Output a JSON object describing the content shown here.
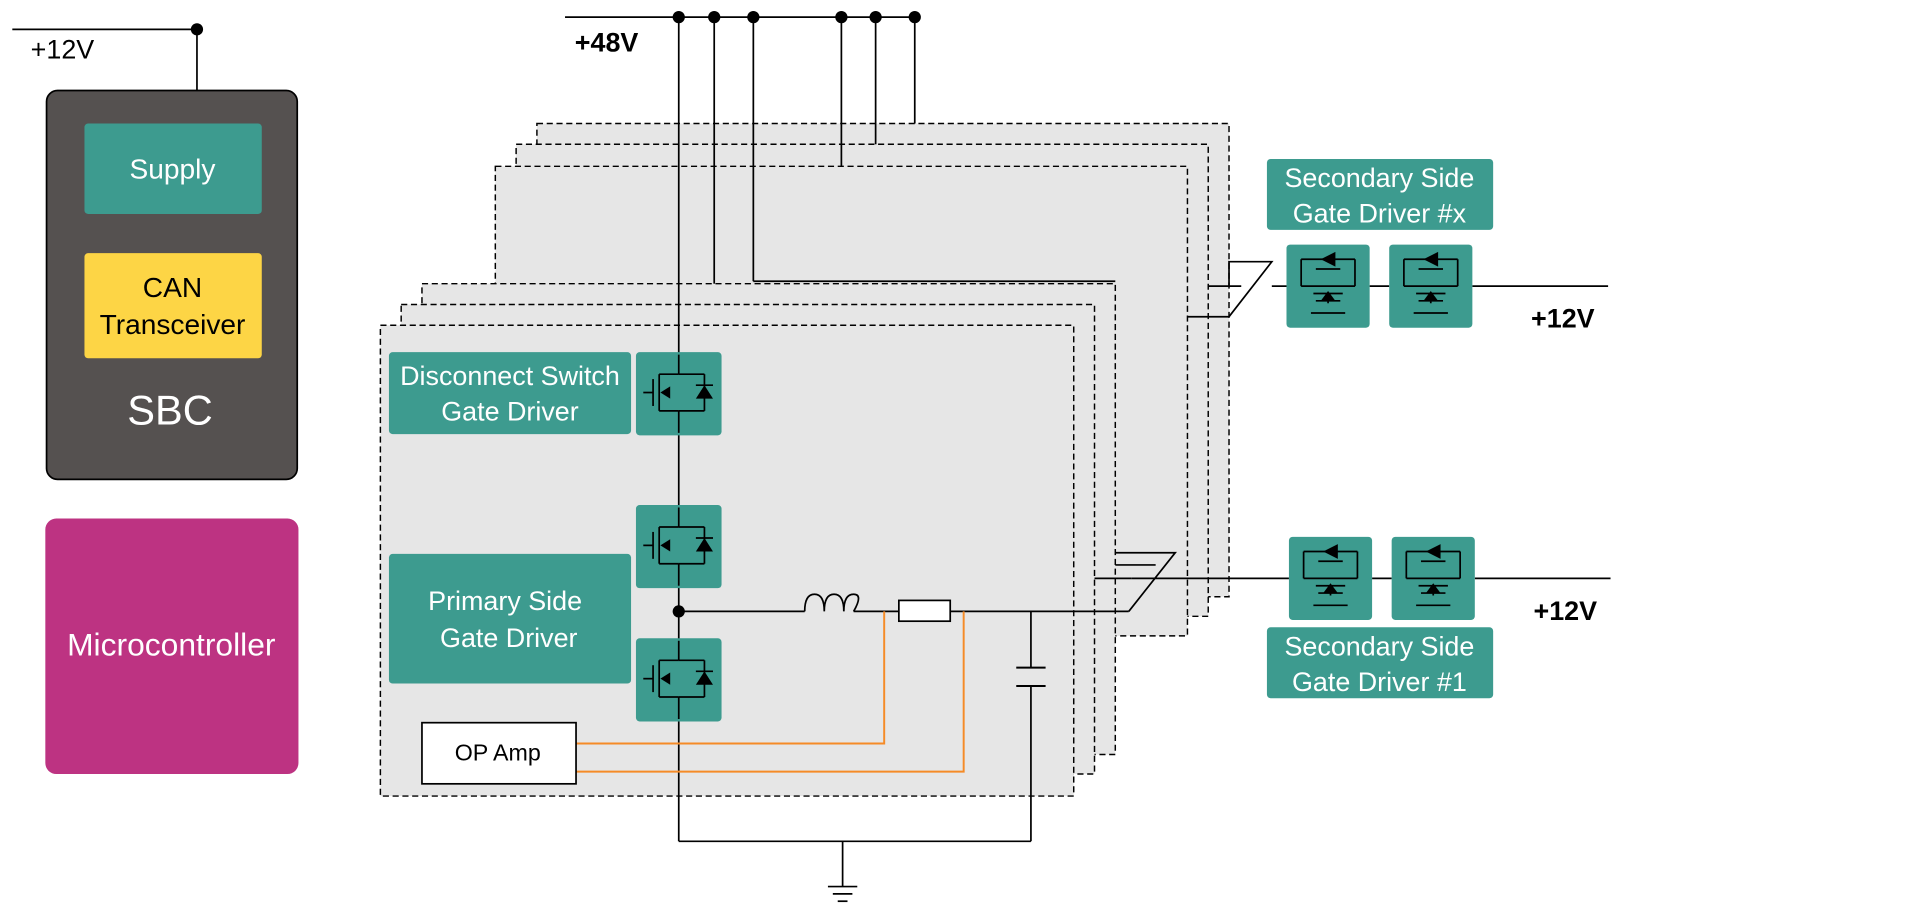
{
  "colors": {
    "teal": "#3d9b8f",
    "sbc_body": "#555150",
    "can_yellow": "#fdd545",
    "microcontroller": "#bd3382",
    "stage_fill": "#e6e6e6",
    "sense_line": "#f58b27",
    "wire": "#000000"
  },
  "rails": {
    "sbc_supply": "+12V",
    "main_bus": "+48V",
    "output_x": "+12V",
    "output_1": "+12V"
  },
  "sbc": {
    "title": "SBC",
    "supply": "Supply",
    "can_line1": "CAN",
    "can_line2": "Transceiver"
  },
  "microcontroller": {
    "label": "Microcontroller"
  },
  "disconnect_driver": {
    "line1": "Disconnect Switch",
    "line2": "Gate Driver"
  },
  "primary_driver": {
    "line1": "Primary Side",
    "line2": "Gate Driver"
  },
  "op_amp": {
    "label": "OP Amp"
  },
  "secondary_x": {
    "line1": "Secondary Side",
    "line2": "Gate Driver #x"
  },
  "secondary_1": {
    "line1": "Secondary Side",
    "line2": "Gate Driver #1"
  },
  "icons": [
    "n-mosfet-icon",
    "inductor-icon",
    "shunt-resistor-icon",
    "capacitor-icon",
    "ground-icon"
  ]
}
